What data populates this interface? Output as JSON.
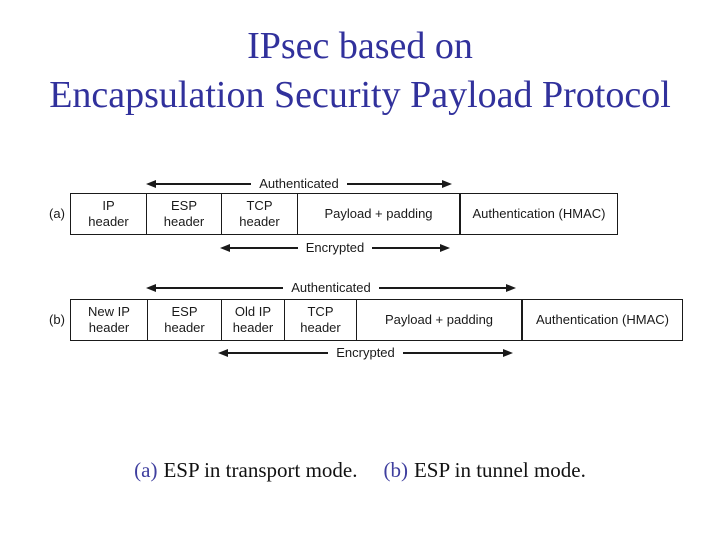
{
  "title": {
    "line1": "IPsec based on",
    "line2": "Encapsulation Security Payload Protocol"
  },
  "colors": {
    "title_blue": "#31319c",
    "caption_accent_blue": "#3f3f9f",
    "line_black": "#1a1a1a"
  },
  "diagrams": [
    {
      "label": "(a)",
      "arrows": {
        "top": "Authenticated",
        "bottom": "Encrypted"
      },
      "boxes": [
        {
          "label": "IP\nheader"
        },
        {
          "label": "ESP\nheader"
        },
        {
          "label": "TCP\nheader"
        },
        {
          "label": "Payload + padding"
        },
        {
          "label": "Authentication (HMAC)"
        }
      ]
    },
    {
      "label": "(b)",
      "arrows": {
        "top": "Authenticated",
        "bottom": "Encrypted"
      },
      "boxes": [
        {
          "label": "New IP\nheader"
        },
        {
          "label": "ESP\nheader"
        },
        {
          "label": "Old IP\nheader"
        },
        {
          "label": "TCP\nheader"
        },
        {
          "label": "Payload + padding"
        },
        {
          "label": "Authentication (HMAC)"
        }
      ]
    }
  ],
  "caption": {
    "a_label": "(a)",
    "a_text": "ESP in transport mode.",
    "b_label": "(b)",
    "b_text": "ESP in tunnel mode."
  }
}
